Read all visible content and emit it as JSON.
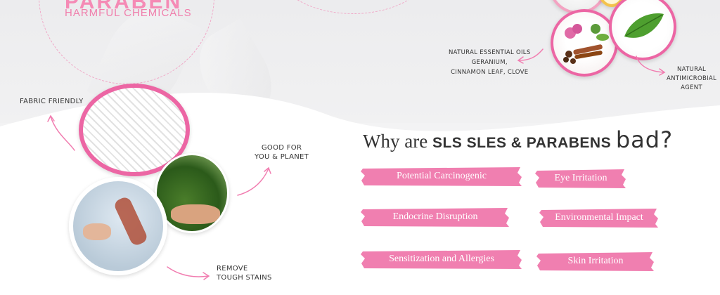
{
  "colors": {
    "pink": "#f17db0",
    "brush": "#f07fb0",
    "ring": "#ec66a4",
    "text": "#333333"
  },
  "brand": {
    "title": "PARABEN",
    "subtitle": "HARMFUL CHEMICALS"
  },
  "ingredients": {
    "essential_oils_label": [
      "NATURAL ESSENTIAL OILS",
      "GERANIUM,",
      "CINNAMON LEAF, CLOVE"
    ],
    "antimicrobial_label": [
      "NATURAL",
      "ANTIMICROBIAL",
      "AGENT"
    ]
  },
  "benefits": {
    "fabric": "FABRIC FRIENDLY",
    "planet": [
      "GOOD FOR",
      "YOU & PLANET"
    ],
    "stains": [
      "REMOVE",
      "TOUGH STAINS"
    ]
  },
  "why": {
    "prefix": "Why are ",
    "highlight": "SLS SLES & PARABENS",
    "suffix": "bad?"
  },
  "reasons": [
    "Potential Carcinogenic",
    "Eye Irritation",
    "Endocrine Disruption",
    "Environmental Impact",
    "Sensitization and Allergies",
    "Skin Irritation"
  ]
}
